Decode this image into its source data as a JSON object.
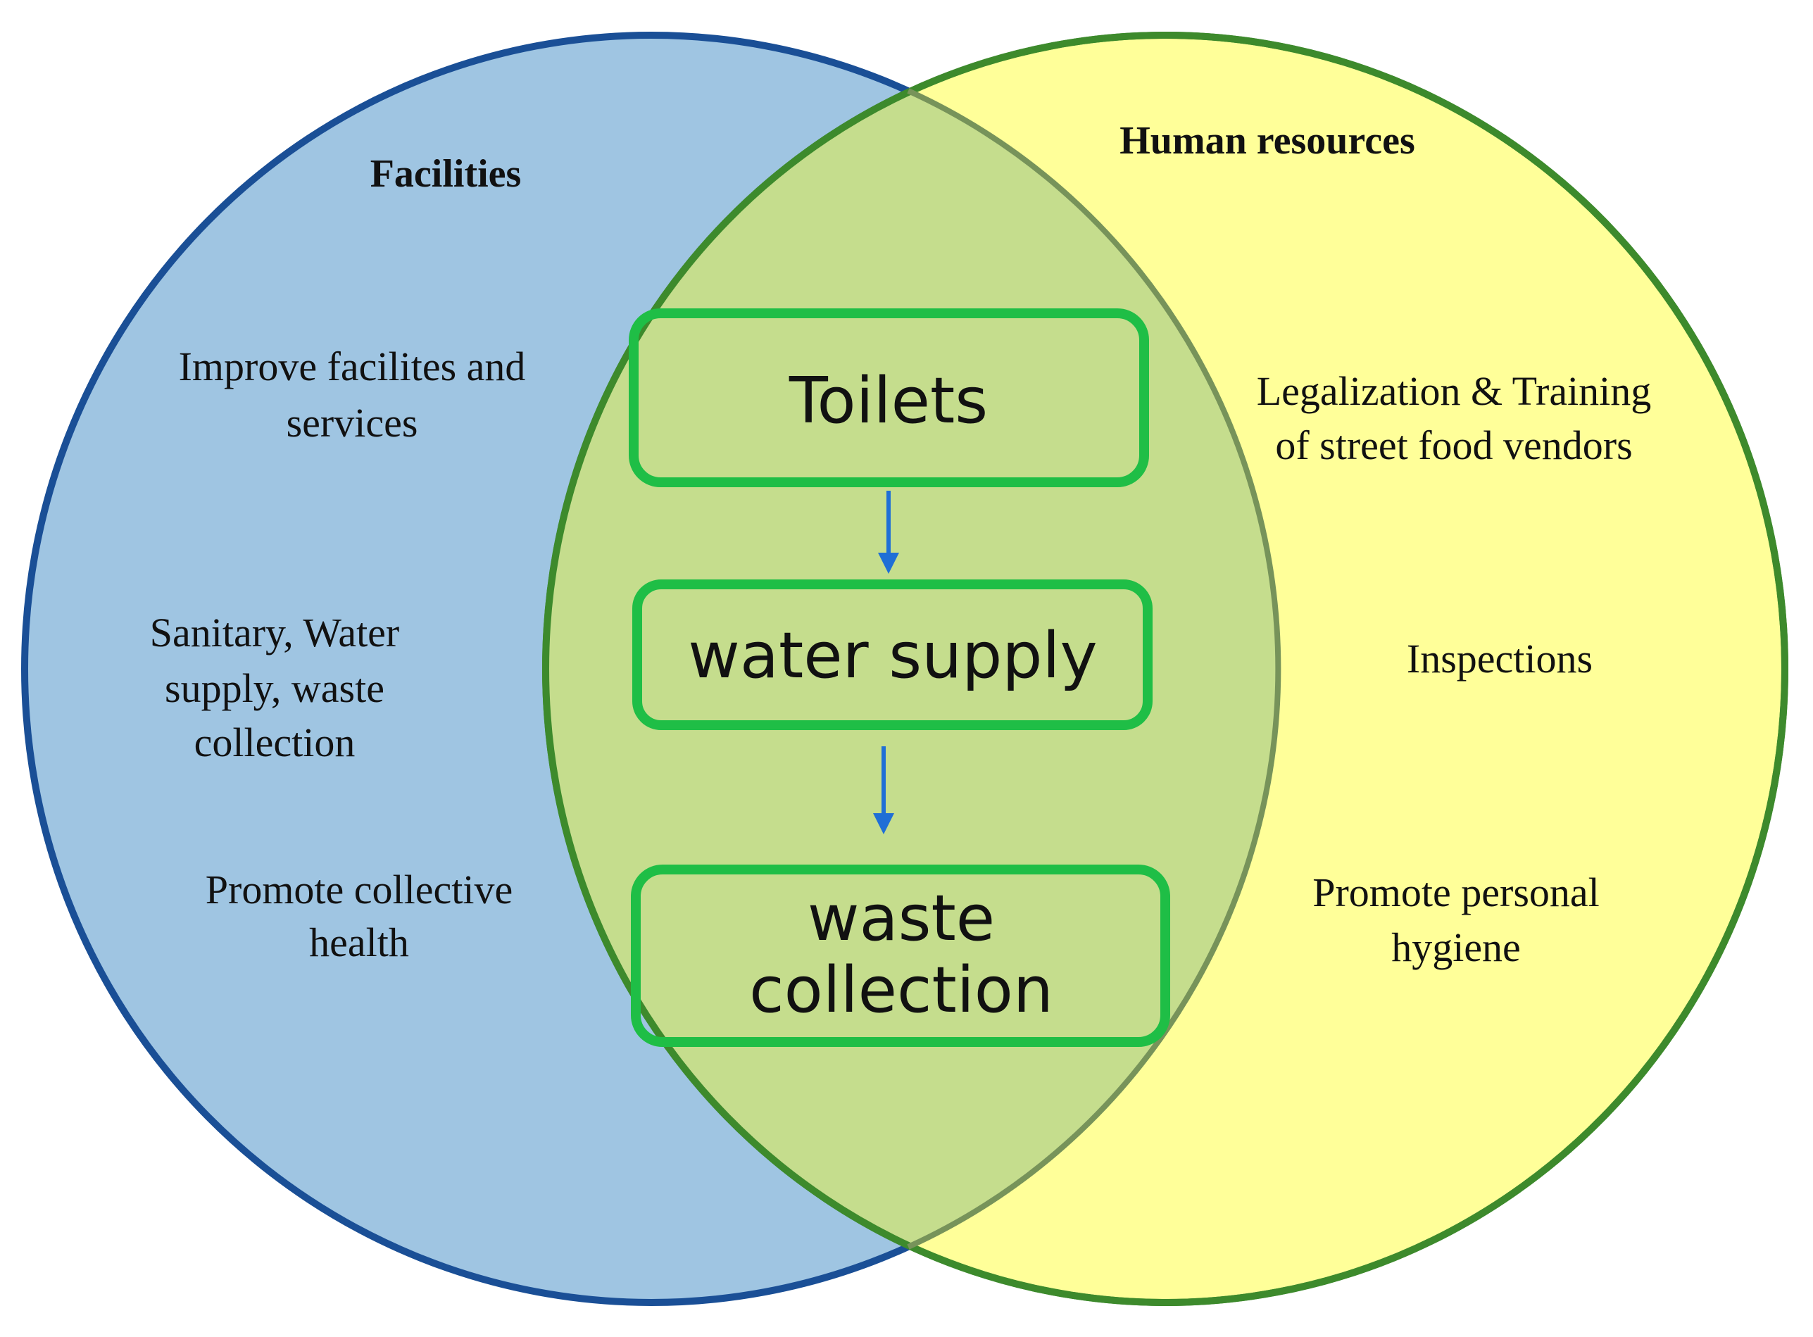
{
  "colors": {
    "facilities_fill": "#9fc5e2",
    "facilities_stroke": "#1a4f96",
    "human_fill": "#ffff99",
    "human_stroke": "#3d8a2c",
    "overlap_fill": "#c5dd8d",
    "box_stroke": "#1fbe46",
    "arrow": "#1f6fd6"
  },
  "facilities": {
    "title": "Facilities",
    "items": [
      [
        "Improve facilites and",
        "services"
      ],
      [
        "Sanitary, Water",
        "supply, waste",
        "collection"
      ],
      [
        "Promote collective",
        "health"
      ]
    ]
  },
  "human_resources": {
    "title": "Human resources",
    "items": [
      [
        "Legalization & Training",
        "of street food vendors"
      ],
      [
        "Inspections"
      ],
      [
        "Promote personal",
        "hygiene"
      ]
    ]
  },
  "flow": {
    "steps": [
      [
        "Toilets"
      ],
      [
        "water supply"
      ],
      [
        "waste",
        "collection"
      ]
    ]
  }
}
